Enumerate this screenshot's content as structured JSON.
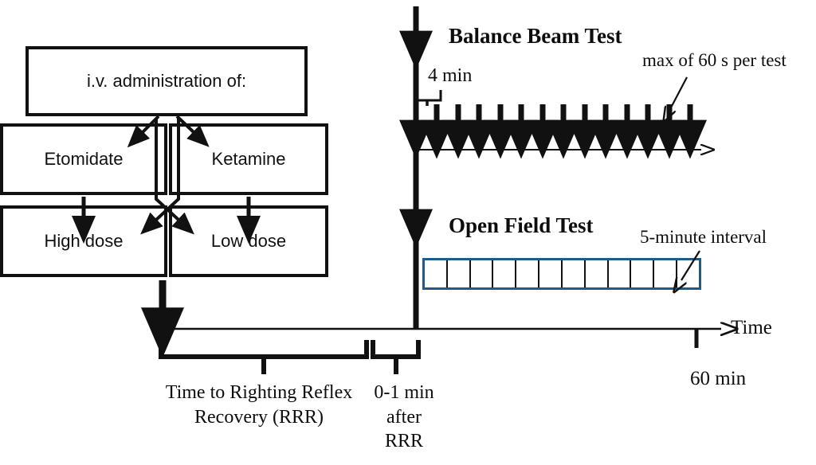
{
  "flowchart": {
    "root": {
      "label": "i.v. administration of:"
    },
    "drugs": [
      {
        "label": "Etomidate"
      },
      {
        "label": "Ketamine"
      }
    ],
    "doses": [
      {
        "label": "High dose"
      },
      {
        "label": "Low dose"
      }
    ]
  },
  "balance_beam": {
    "title": "Balance Beam Test",
    "interval_label": "4 min",
    "note": "max of 60 s per test",
    "test_count": 14
  },
  "open_field": {
    "title": "Open Field Test",
    "note": "5-minute interval",
    "bin_count": 12
  },
  "timeline": {
    "axis_label": "Time",
    "end_tick_label": "60 min",
    "brackets": [
      {
        "label": "Time to Righting Reflex\nRecovery (RRR)",
        "line1": "Time to Righting Reflex",
        "line2": "Recovery (RRR)"
      },
      {
        "label": "0-1 min after RRR",
        "line1": "0-1 min",
        "line2": "after",
        "line3": "RRR"
      }
    ]
  },
  "colors": {
    "ink": "#111111",
    "bar_border": "#215a87",
    "background": "#ffffff"
  }
}
